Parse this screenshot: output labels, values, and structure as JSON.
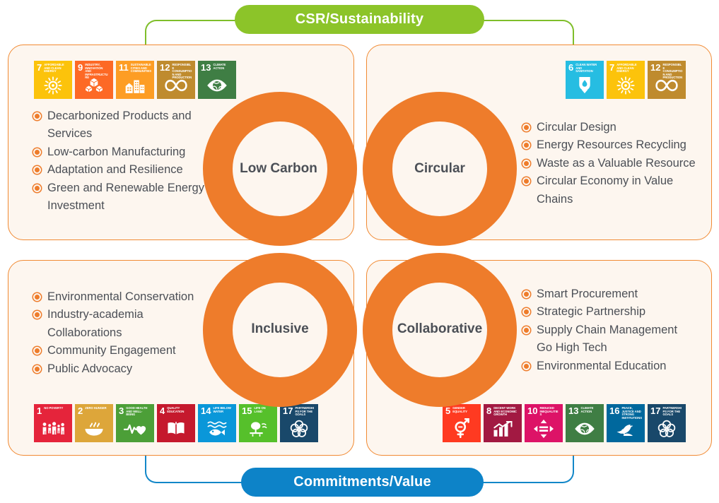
{
  "header": {
    "top_pill_label": "CSR/Sustainability",
    "bottom_pill_label": "Commitments/Value",
    "top_pill_color": "#8cc429",
    "bottom_pill_color": "#0d83c8",
    "accent_color": "#ee7c2b",
    "panel_bg_color": "#fdf6ef",
    "text_color": "#4b4f56"
  },
  "quadrants": {
    "top_left": {
      "ring_label": "Low Carbon",
      "items": [
        {
          "text": "Decarbonized Products and",
          "bullet": true
        },
        {
          "text": "Services",
          "bullet": false
        },
        {
          "text": "Low-carbon Manufacturing",
          "bullet": true
        },
        {
          "text": "Adaptation and Resilience",
          "bullet": true
        },
        {
          "text": "Green and Renewable Energy",
          "bullet": true
        },
        {
          "text": "Investment",
          "bullet": false
        }
      ],
      "sdgs": [
        {
          "num": "7",
          "title": "Affordable and Clean Energy",
          "color": "#fcc30b",
          "glyph": "sun"
        },
        {
          "num": "9",
          "title": "Industry, Innovation and Infrastructure",
          "color": "#fd6925",
          "glyph": "cubes"
        },
        {
          "num": "11",
          "title": "Sustainable Cities and Communities",
          "color": "#fd9d24",
          "glyph": "city"
        },
        {
          "num": "12",
          "title": "Responsible Consumption and Production",
          "color": "#bf8b2e",
          "glyph": "infinity"
        },
        {
          "num": "13",
          "title": "Climate Action",
          "color": "#3f7e44",
          "glyph": "eye-earth"
        }
      ]
    },
    "top_right": {
      "ring_label": "Circular",
      "items": [
        {
          "text": "Circular Design",
          "bullet": true
        },
        {
          "text": "Energy Resources Recycling",
          "bullet": true
        },
        {
          "text": "Waste as a Valuable Resource",
          "bullet": true
        },
        {
          "text": "Circular Economy in Value",
          "bullet": true
        },
        {
          "text": "Chains",
          "bullet": false
        }
      ],
      "sdgs": [
        {
          "num": "6",
          "title": "Clean Water and Sanitation",
          "color": "#26bde2",
          "glyph": "water-drop"
        },
        {
          "num": "7",
          "title": "Affordable and Clean Energy",
          "color": "#fcc30b",
          "glyph": "sun"
        },
        {
          "num": "12",
          "title": "Responsible Consumption and Production",
          "color": "#bf8b2e",
          "glyph": "infinity"
        }
      ]
    },
    "bottom_left": {
      "ring_label": "Inclusive",
      "items": [
        {
          "text": "Environmental Conservation",
          "bullet": true
        },
        {
          "text": "Industry-academia",
          "bullet": true
        },
        {
          "text": "Collaborations",
          "bullet": false
        },
        {
          "text": "Community Engagement",
          "bullet": true
        },
        {
          "text": "Public Advocacy",
          "bullet": true
        }
      ],
      "sdgs": [
        {
          "num": "1",
          "title": "No Poverty",
          "color": "#e5243b",
          "glyph": "people"
        },
        {
          "num": "2",
          "title": "Zero Hunger",
          "color": "#dda63a",
          "glyph": "bowl"
        },
        {
          "num": "3",
          "title": "Good Health and Well-being",
          "color": "#4c9f38",
          "glyph": "heartbeat"
        },
        {
          "num": "4",
          "title": "Quality Education",
          "color": "#c5192d",
          "glyph": "book"
        },
        {
          "num": "14",
          "title": "Life Below Water",
          "color": "#0a97d9",
          "glyph": "fish"
        },
        {
          "num": "15",
          "title": "Life on Land",
          "color": "#56c02b",
          "glyph": "tree"
        },
        {
          "num": "17",
          "title": "Partnerships for the Goals",
          "color": "#19486a",
          "glyph": "rings"
        }
      ]
    },
    "bottom_right": {
      "ring_label": "Collaborative",
      "items": [
        {
          "text": "Smart Procurement",
          "bullet": true
        },
        {
          "text": "Strategic Partnership",
          "bullet": true
        },
        {
          "text": "Supply Chain Management",
          "bullet": true
        },
        {
          "text": "Go High Tech",
          "bullet": false
        },
        {
          "text": "Environmental Education",
          "bullet": true
        }
      ],
      "sdgs": [
        {
          "num": "5",
          "title": "Gender Equality",
          "color": "#ff3a21",
          "glyph": "gender"
        },
        {
          "num": "8",
          "title": "Decent Work and Economic Growth",
          "color": "#a21942",
          "glyph": "growth"
        },
        {
          "num": "10",
          "title": "Reduced Inequalities",
          "color": "#dd1367",
          "glyph": "equal-arrows"
        },
        {
          "num": "13",
          "title": "Climate Action",
          "color": "#3f7e44",
          "glyph": "eye-earth"
        },
        {
          "num": "16",
          "title": "Peace, Justice and Strong Institutions",
          "color": "#00689d",
          "glyph": "dove"
        },
        {
          "num": "17",
          "title": "Partnerships for the Goals",
          "color": "#19486a",
          "glyph": "rings"
        }
      ]
    }
  }
}
